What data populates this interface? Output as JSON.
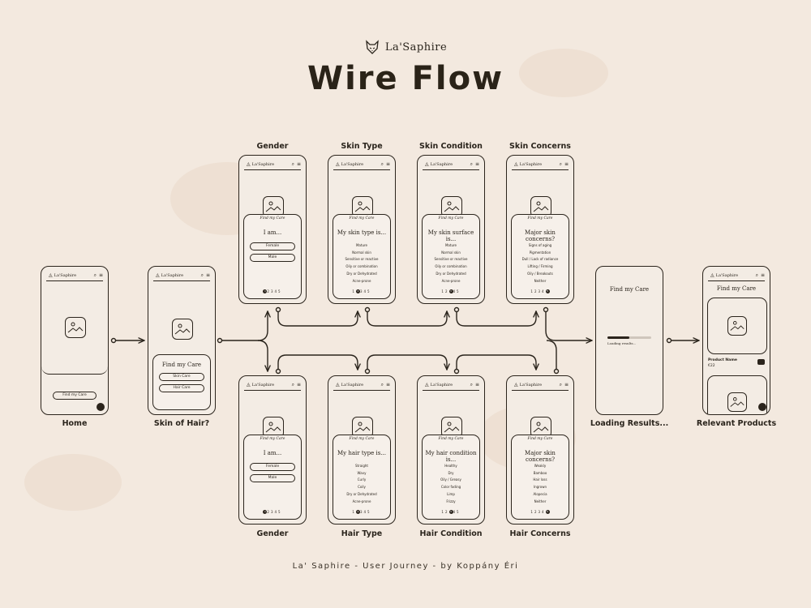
{
  "brand": {
    "name": "La'Saphire",
    "logo_icon": "cat-logo-icon"
  },
  "title": "Wire Flow",
  "footer": "La' Saphire - User Journey - by Koppány Éri",
  "home": {
    "label": "Home",
    "header_logo": "La'Saphire",
    "button": "Find my Care"
  },
  "skin_or_hair": {
    "label": "Skin of Hair?",
    "header_logo": "La'Saphire",
    "heading": "Find my Care",
    "buttons": [
      "Skin Care",
      "Hair Care"
    ]
  },
  "skin_flow": [
    {
      "label": "Gender",
      "sheet_title": "Find my Care",
      "question": "I am...",
      "buttons": [
        "Female",
        "Male"
      ],
      "options": [],
      "step": 1
    },
    {
      "label": "Skin Type",
      "sheet_title": "Find my Care",
      "question": "My skin type is...",
      "buttons": [],
      "options": [
        "Mature",
        "Normal skin",
        "Sensitive or reactive",
        "Oily or combination",
        "Dry or Dehydrated",
        "Acne-prone"
      ],
      "step": 2
    },
    {
      "label": "Skin Condition",
      "sheet_title": "Find my Care",
      "question": "My skin surface is...",
      "buttons": [],
      "options": [
        "Mature",
        "Normal skin",
        "Sensitive or reactive",
        "Oily or combination",
        "Dry or Dehydrated",
        "Acne-prone"
      ],
      "step": 3
    },
    {
      "label": "Skin Concerns",
      "sheet_title": "Find my Care",
      "question": "Major skin concerns?",
      "buttons": [],
      "options": [
        "Signs of aging",
        "Pigmentation",
        "Dull / Lack of radiance",
        "Lifting / Firming",
        "Oily / Breakouts",
        "Neither"
      ],
      "step": 5
    }
  ],
  "hair_flow": [
    {
      "label": "Gender",
      "sheet_title": "Find my Care",
      "question": "I am...",
      "buttons": [
        "Female",
        "Male"
      ],
      "options": [],
      "step": 1
    },
    {
      "label": "Hair Type",
      "sheet_title": "Find my Care",
      "question": "My hair type is...",
      "buttons": [],
      "options": [
        "Straight",
        "Wavy",
        "Curly",
        "Coily",
        "Dry or Dehydrated",
        "Acne-prone"
      ],
      "step": 2
    },
    {
      "label": "Hair Condition",
      "sheet_title": "Find my Care",
      "question": "My hair condition is...",
      "buttons": [],
      "options": [
        "Healthy",
        "Dry",
        "Oily / Greasy",
        "Color fading",
        "Limp",
        "Frizzy"
      ],
      "step": 3
    },
    {
      "label": "Hair Concerns",
      "sheet_title": "Find my Care",
      "question": "Major skin concerns?",
      "buttons": [],
      "options": [
        "Weakly",
        "Bamboo",
        "Hair loss",
        "Ingrown",
        "Alopecia",
        "Neither"
      ],
      "step": 5
    }
  ],
  "loading": {
    "label": "Loading Results...",
    "heading": "Find my Care",
    "status": "Loading results...",
    "progress": 0.5
  },
  "products": {
    "label": "Relevant Products",
    "header_logo": "La'Saphire",
    "heading": "Find my Care",
    "product_name": "Product Name",
    "price": "€22"
  },
  "colors": {
    "background": "#f3e9df",
    "ink": "#2a241c",
    "phone_fill": "#f3ece4"
  }
}
